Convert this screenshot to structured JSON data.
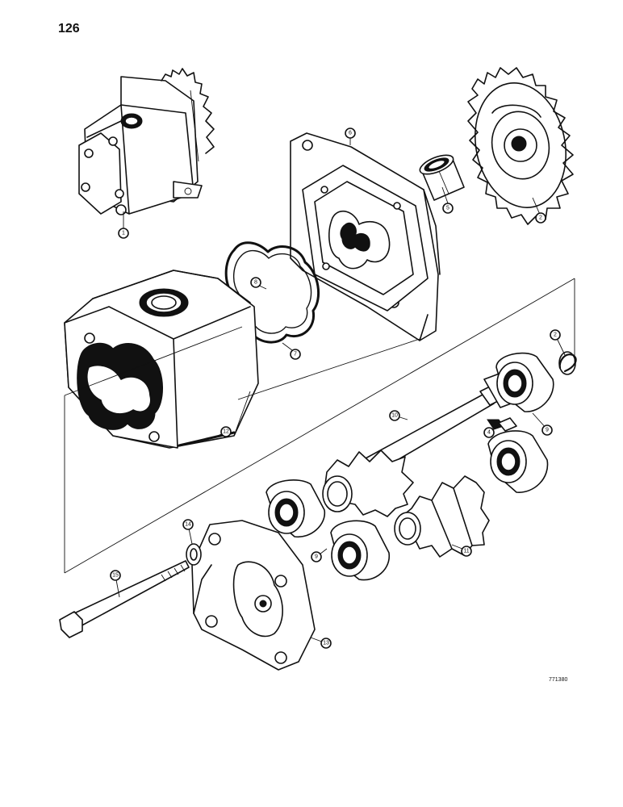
{
  "page": {
    "number": "126",
    "figure_id": "771380"
  },
  "callouts": {
    "c1": "1",
    "c2a": "2",
    "c2b": "2",
    "c4": "4",
    "c5": "5",
    "c6": "6",
    "c7": "7",
    "c8": "8",
    "c9a": "9",
    "c9b": "9",
    "c10": "10",
    "c11": "11",
    "c12": "12",
    "c13": "13",
    "c14": "14",
    "c15": "15"
  }
}
